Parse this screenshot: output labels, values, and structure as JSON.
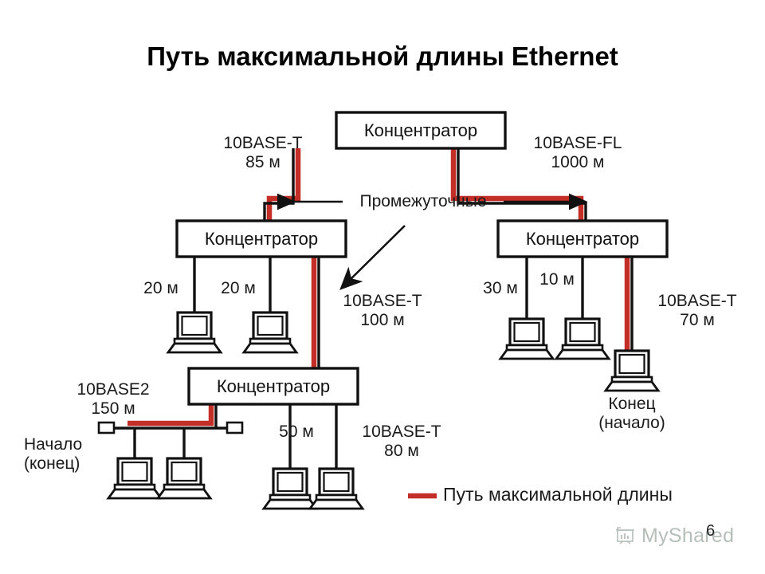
{
  "title": "Путь максимальной длины Ethernet",
  "colors": {
    "path": "#C32E26",
    "line": "#111111",
    "text": "#1a1a1a",
    "background": "#ffffff"
  },
  "nodes": {
    "hub_top": "Концентратор",
    "hub_left": "Концентратор",
    "hub_right": "Концентратор",
    "hub_bottom": "Концентратор"
  },
  "labels": {
    "link_top_left": "10BASE-T\n85 м",
    "link_top_right": "10BASE-FL\n1000 м",
    "intermediate": "Промежуточные",
    "left_drop_1": "20 м",
    "left_drop_2": "20 м",
    "link_left_bottom": "10BASE-T\n100 м",
    "right_drop_1": "30 м",
    "right_drop_2": "10 м",
    "link_right_end": "10BASE-T\n70 м",
    "end_right": "Конец\n(начало)",
    "bus_segment": "10BASE2\n150 м",
    "start_left": "Начало\n(конец)",
    "bottom_drop_1": "50 м",
    "link_bottom_right": "10BASE-T\n80 м"
  },
  "legend": {
    "label": "Путь максимальной длины",
    "swatch_color": "#C32E26"
  },
  "watermark": {
    "text": "MyShared",
    "icon": "presentation-board-icon"
  },
  "page_number": "6"
}
